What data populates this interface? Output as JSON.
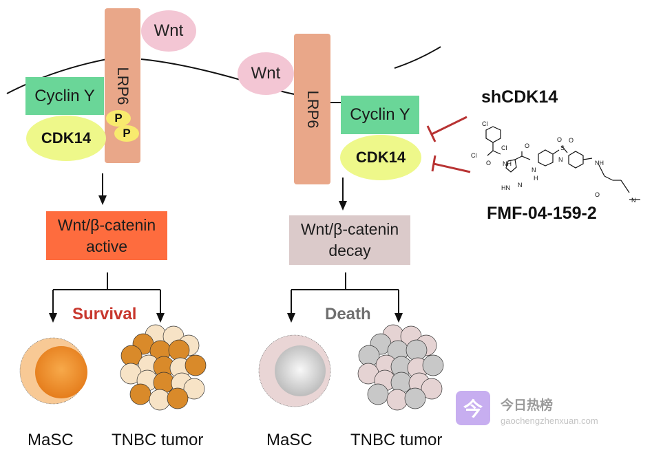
{
  "left_panel": {
    "receptor": "LRP6",
    "ligand": "Wnt",
    "cyclin": "Cyclin Y",
    "kinase": "CDK14",
    "phospho": [
      "P",
      "P"
    ],
    "pathway_line1": "Wnt/β-catenin",
    "pathway_line2": "active",
    "pathway_color": "#fe6c3e",
    "outcome": "Survival",
    "outcome_color": "#c8372d",
    "cells": [
      {
        "label": "MaSC",
        "type": "stem-cell",
        "state": "alive"
      },
      {
        "label": "TNBC tumor",
        "type": "tumor-cluster",
        "state": "alive"
      }
    ]
  },
  "right_panel": {
    "receptor": "LRP6",
    "ligand": "Wnt",
    "cyclin": "Cyclin Y",
    "kinase": "CDK14",
    "pathway_line1": "Wnt/β-catenin",
    "pathway_line2": "decay",
    "pathway_color": "#dbcaca",
    "outcome": "Death",
    "outcome_color": "#6f6f6f",
    "cells": [
      {
        "label": "MaSC",
        "type": "stem-cell",
        "state": "dead"
      },
      {
        "label": "TNBC tumor",
        "type": "tumor-cluster",
        "state": "dead"
      }
    ]
  },
  "inhibitors": {
    "genetic": "shCDK14",
    "compound": "FMF-04-159-2",
    "compound_atoms": {
      "cl": "Cl",
      "nh": "NH",
      "hn": "HN",
      "n": "N",
      "o": "O",
      "s": "S",
      "h": "H"
    },
    "inhibition_color": "#b83333"
  },
  "colors": {
    "receptor": "#e9a789",
    "ligand": "#f3c6d4",
    "cyclin": "#6ad698",
    "kinase": "#eef88a",
    "alive_dark": "#d98a2a",
    "alive_light": "#f7e3c6",
    "dead_dark": "#c8c8c8",
    "dead_light": "#e5d3d3"
  },
  "watermark": {
    "icon_glyph": "今",
    "title": "今日热榜",
    "url": "gaochengzhenxuan.com"
  }
}
